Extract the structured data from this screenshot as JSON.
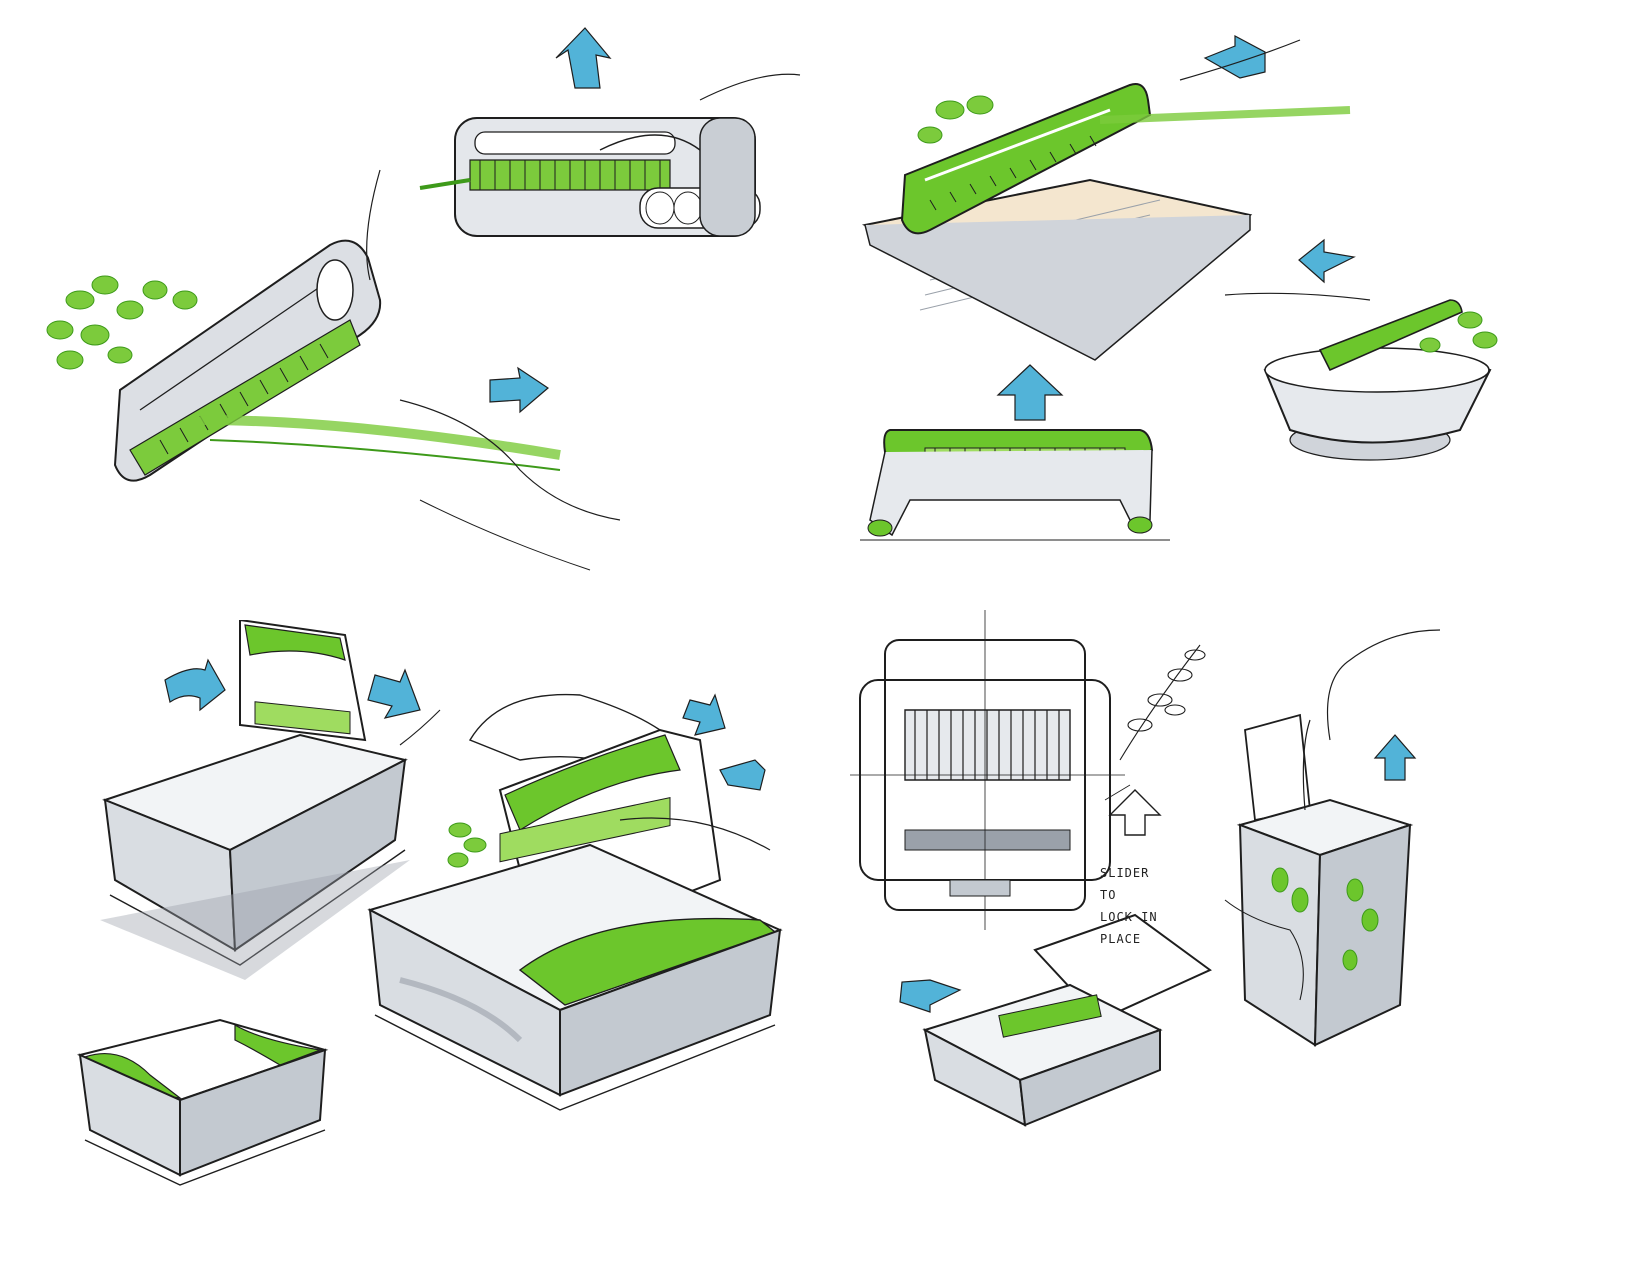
{
  "colors": {
    "ink": "#1e1e1e",
    "green": "#6cc62c",
    "green_dark": "#3e9a1a",
    "blue": "#52b3d8",
    "gray": "#d0d4da",
    "gray_dark": "#9aa1aa"
  },
  "annotation": {
    "line1": "SLIDER",
    "line2": "TO",
    "line3": "LOCK IN",
    "line4": "PLACE"
  }
}
